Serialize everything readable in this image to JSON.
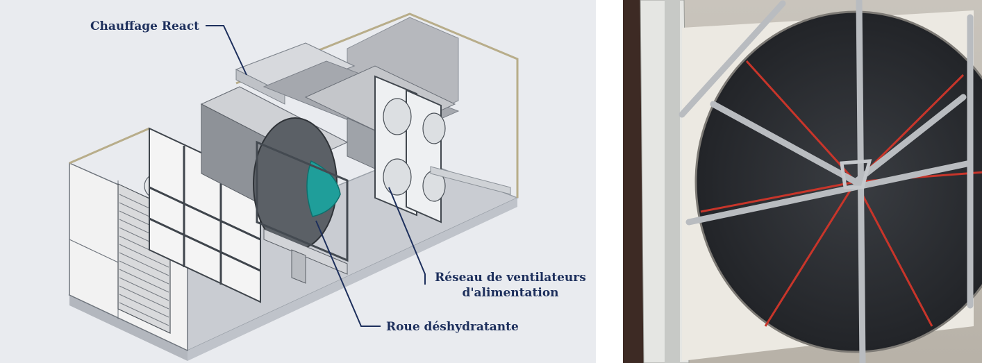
{
  "labels": {
    "react_heater": "Chauffage React",
    "supply_fan_array_line1": "Réseau de ventilateurs",
    "supply_fan_array_line2": "d'alimentation",
    "desiccant_wheel": "Roue déshydratante"
  },
  "colors": {
    "callout_text": "#1d2f5c",
    "leader_line": "#1d2f5c",
    "wheel_accent": "#1f9e9a",
    "panel_background": "#e9ebef",
    "wheel_spokes_red": "#c8352a"
  },
  "icons": [
    "desiccant-wheel-unit-drawing",
    "desiccant-wheel-photo"
  ]
}
